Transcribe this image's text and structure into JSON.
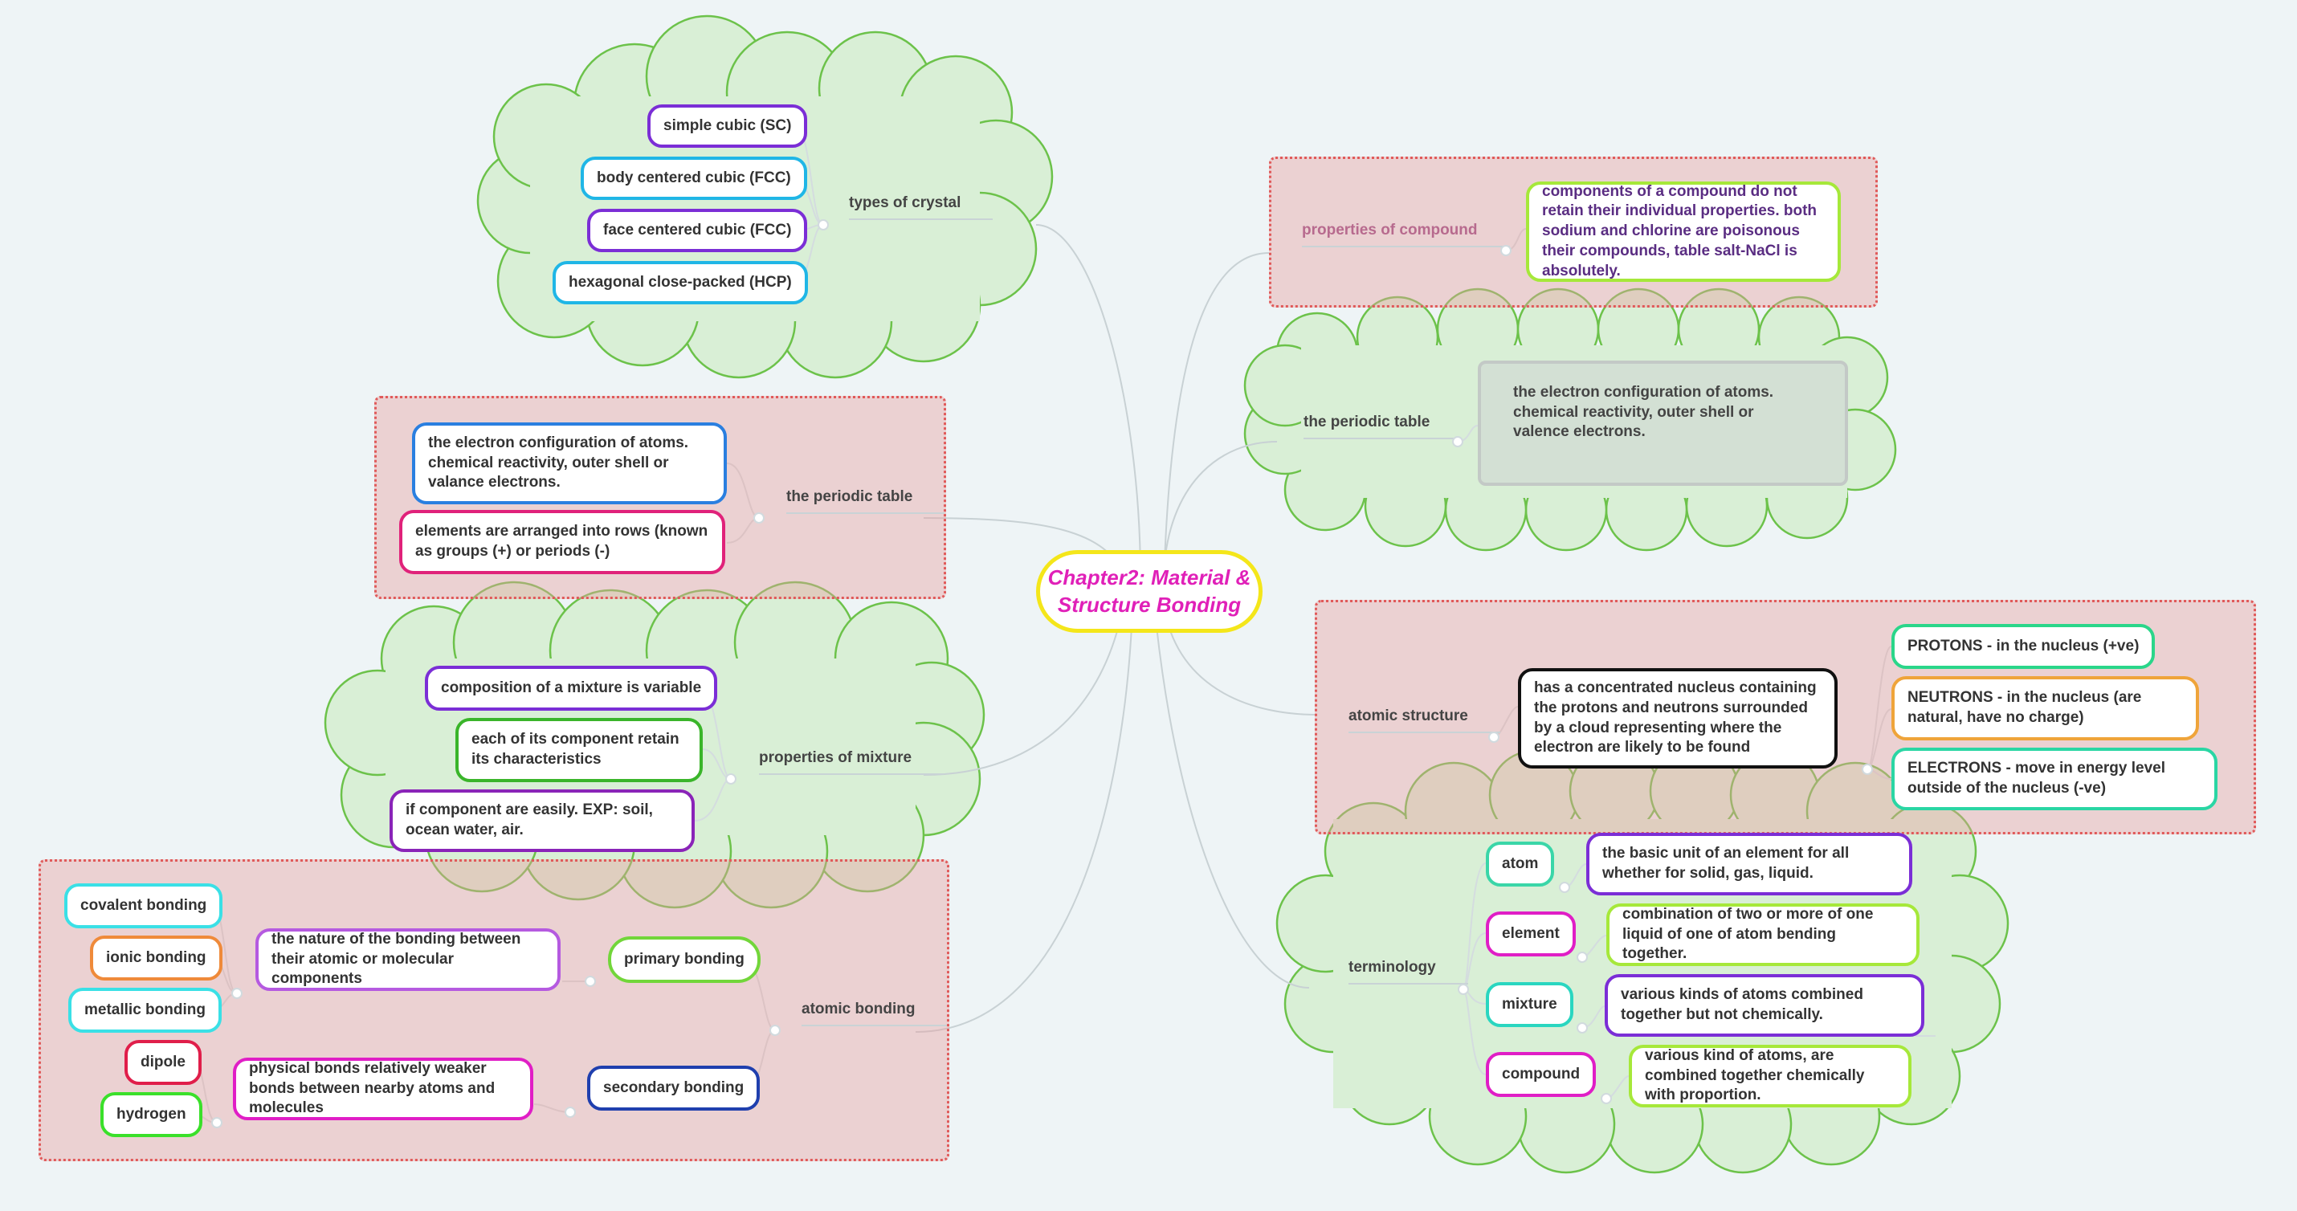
{
  "central": {
    "line1": "Chapter2: Material &",
    "line2": "Structure Bonding"
  },
  "types_of_crystal": {
    "label": "types of crystal",
    "items": [
      "simple cubic (SC)",
      "body centered cubic (FCC)",
      "face centered cubic (FCC)",
      "hexagonal close-packed (HCP)"
    ]
  },
  "periodic_table_left": {
    "label": "the periodic table",
    "items": [
      "the electron configuration of atoms. chemical reactivity, outer shell or valance electrons.",
      "elements are arranged into rows (known as groups (+) or periods (-)"
    ]
  },
  "properties_of_mixture": {
    "label": "properties of mixture",
    "items": [
      "composition of a mixture is variable",
      "each of its component retain its characteristics",
      "if component are easily. EXP: soil, ocean water, air."
    ]
  },
  "atomic_bonding": {
    "label": "atomic bonding",
    "primary": {
      "label": "primary bonding",
      "description": "the nature of the bonding between their atomic or molecular components",
      "types": [
        "covalent bonding",
        "ionic bonding",
        "metallic bonding"
      ]
    },
    "secondary": {
      "label": "secondary bonding",
      "description": "physical bonds relatively weaker bonds between nearby atoms and molecules",
      "types": [
        "dipole",
        "hydrogen"
      ]
    }
  },
  "properties_of_compound": {
    "label": "properties of compound",
    "text": "components of a compound do not retain their individual properties. both sodium and chlorine are poisonous their compounds, table salt-NaCl is absolutely."
  },
  "periodic_table_right": {
    "label": "the periodic table",
    "text": "the electron configuration of atoms. chemical reactivity, outer shell or valence electrons."
  },
  "atomic_structure": {
    "label": "atomic structure",
    "description": "has a concentrated nucleus containing the protons and neutrons surrounded by a cloud representing where the electron are likely to be found",
    "particles": [
      "PROTONS - in the nucleus (+ve)",
      "NEUTRONS - in the nucleus (are natural, have no charge)",
      "ELECTRONS - move in energy level outside of the nucleus (-ve)"
    ]
  },
  "terminology": {
    "label": "terminology",
    "terms": [
      {
        "term": "atom",
        "definition": "the basic unit of an element for all whether for solid, gas, liquid."
      },
      {
        "term": "element",
        "definition": "combination of two or more of one liquid of one of atom bending together."
      },
      {
        "term": "mixture",
        "definition": "various kinds of atoms combined together but not chemically."
      },
      {
        "term": "compound",
        "definition": "various kind of atoms, are combined together chemically with proportion."
      }
    ]
  },
  "colors": {
    "cloud_fill": "#d9efd6",
    "cloud_stroke": "#6cc24a",
    "boundary_fill": "#e8a0a0",
    "boundary_stroke": "#e05a5a",
    "central_border": "#f4e61a",
    "central_text": "#e020b8"
  }
}
